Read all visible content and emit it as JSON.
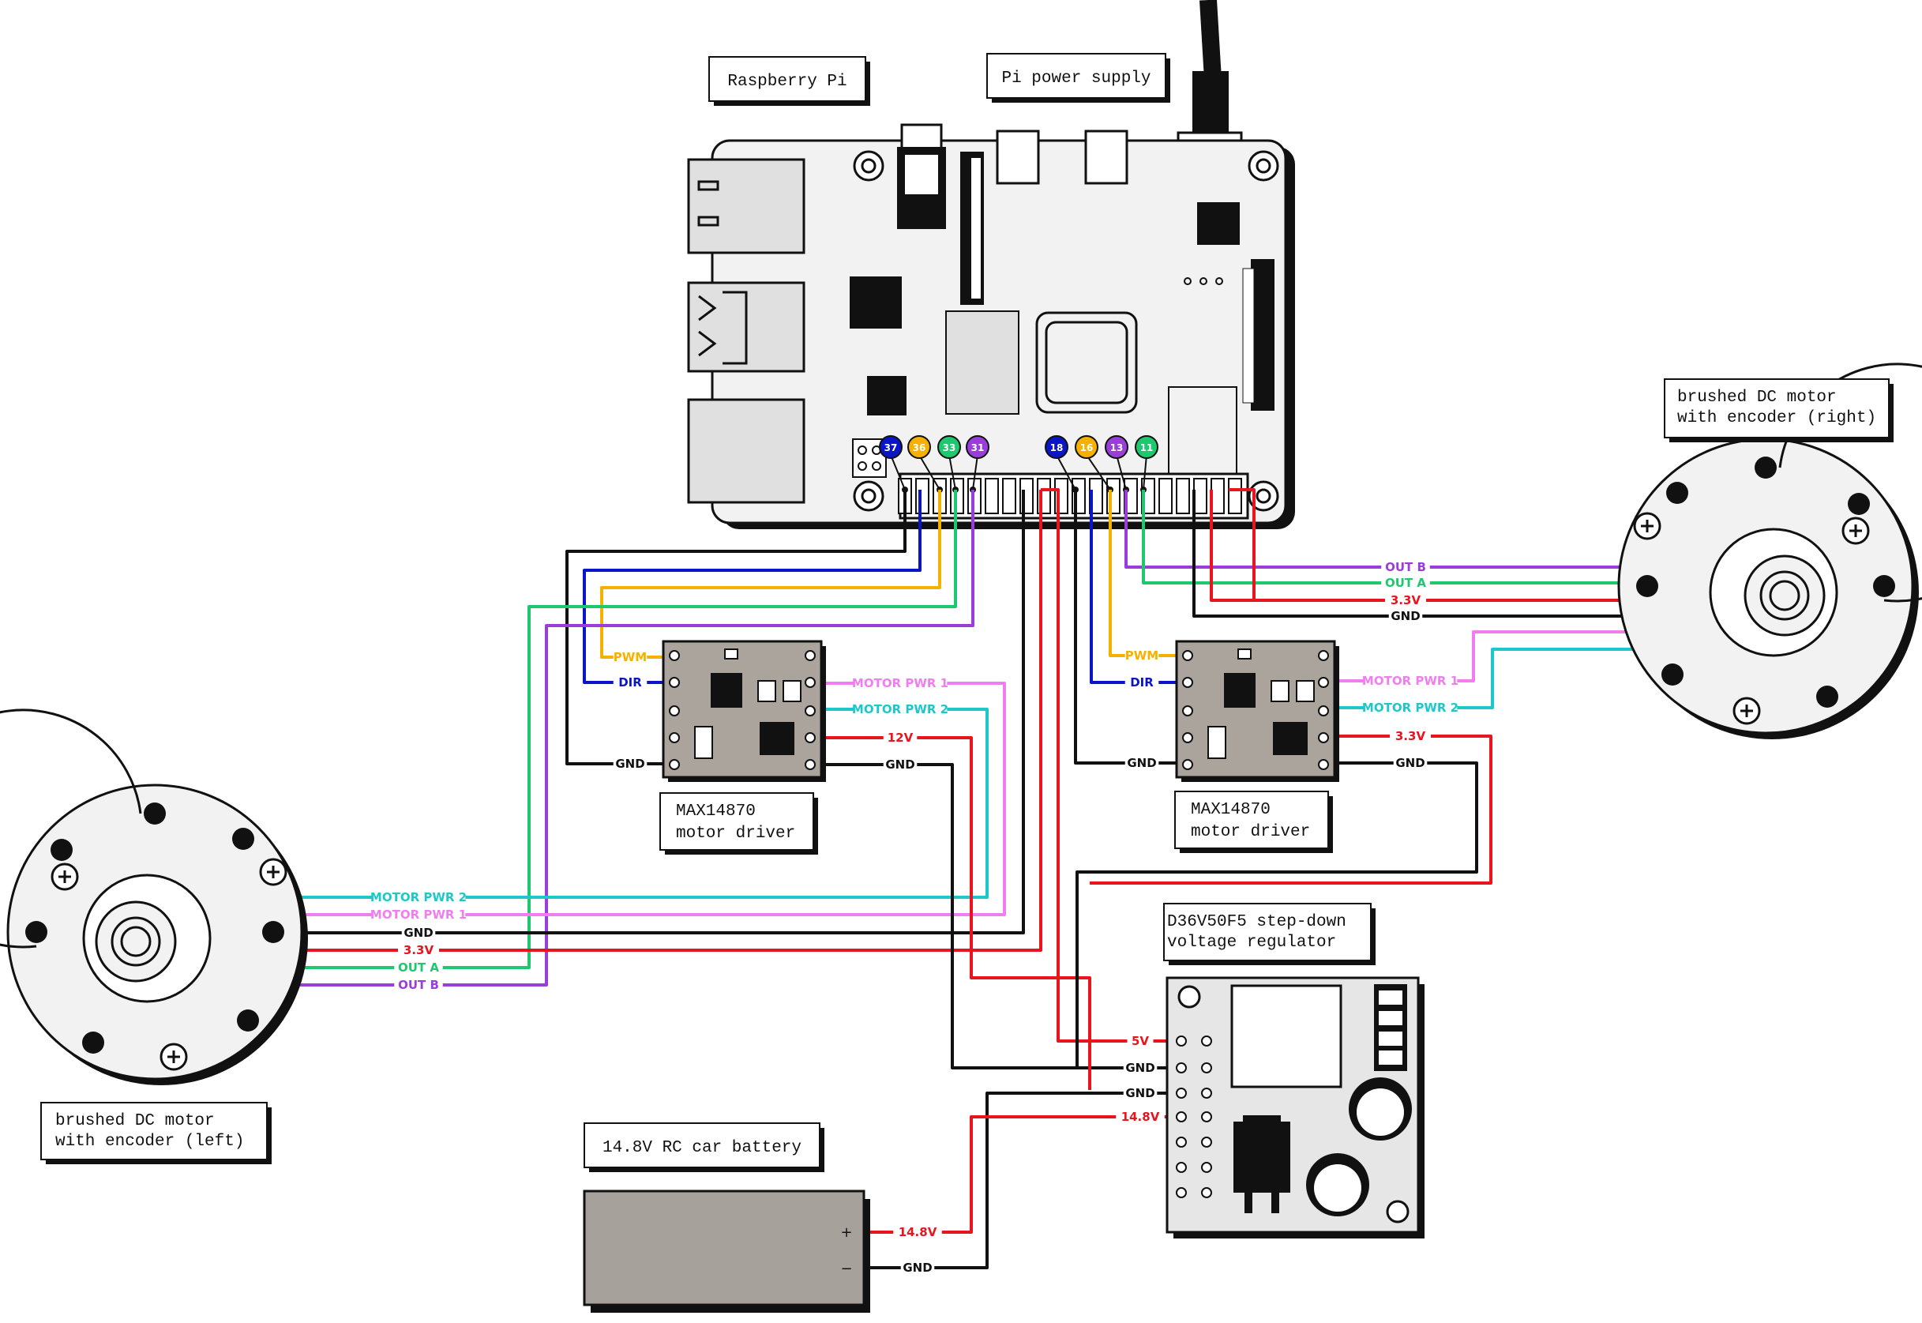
{
  "labels": {
    "pi": "Raspberry Pi",
    "pi_power": "Pi power supply",
    "motor_right_1": "brushed DC motor",
    "motor_right_2": "with encoder (right)",
    "motor_left_1": "brushed DC motor",
    "motor_left_2": "with encoder (left)",
    "driver_left_1": "MAX14870",
    "driver_left_2": "motor driver",
    "driver_right_1": "MAX14870",
    "driver_right_2": "motor driver",
    "regulator_1": "D36V50F5 step-down",
    "regulator_2": "voltage regulator",
    "battery": "14.8V RC car battery",
    "battery_plus": "+",
    "battery_minus": "−"
  },
  "pins": {
    "p37": "37",
    "p36": "36",
    "p33": "33",
    "p31": "31",
    "p18": "18",
    "p16": "16",
    "p13": "13",
    "p11": "11"
  },
  "wires": {
    "out_b": "OUT B",
    "out_a": "OUT A",
    "v33": "3.3V",
    "gnd": "GND",
    "motor_pwr_1": "MOTOR PWR 1",
    "motor_pwr_2": "MOTOR PWR 2",
    "pwm": "PWM",
    "dir": "DIR",
    "v12": "12V",
    "v5": "5V",
    "v148": "14.8V"
  },
  "colors": {
    "black": "#111111",
    "blue": "#0a14c8",
    "orange": "#f5b000",
    "green": "#1ec86e",
    "purple": "#9b3ddb",
    "red": "#e8141e",
    "pink": "#f07ef0",
    "cyan": "#1ec8c8",
    "board": "#f2f2f2",
    "driver_board": "#aaa49d",
    "battery": "#a7a19b",
    "regulator_board": "#e6e6e6"
  }
}
